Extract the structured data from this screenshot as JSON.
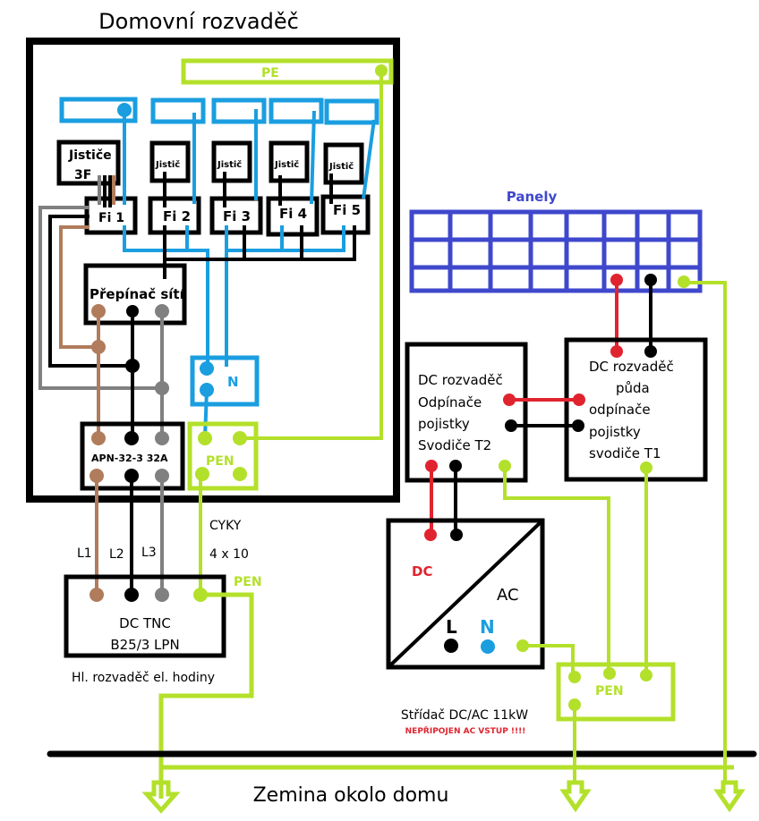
{
  "title": "Domovní rozvaděč",
  "colors": {
    "black": "#000000",
    "blue": "#1a9ee0",
    "green": "#b3e02a",
    "brown": "#b07c5c",
    "grey": "#808080",
    "red": "#e0242f",
    "panel_blue": "#3f48cc"
  },
  "house_board": {
    "pe_bar_label": "PE",
    "breaker_3f_label_line1": "Jističe",
    "breaker_3f_label_line2": "3F",
    "breakers": [
      "Jistič",
      "Jistič",
      "Jistič",
      "Jistič"
    ],
    "rcds": [
      "Fi 1",
      "Fi 2",
      "Fi 3",
      "Fi 4",
      "Fi 5"
    ],
    "switch_label": "Přepínač sítí",
    "n_bar_label": "N",
    "pen_bar_label": "PEN",
    "main_switch_label": "APN-32-3 32A"
  },
  "supply": {
    "phase_labels": [
      "L1",
      "L2",
      "L3"
    ],
    "cable_line1": "CYKY",
    "cable_line2": "4 x 10",
    "pen_label": "PEN",
    "meter_board_line1": "DC TNC",
    "meter_board_line2": "B25/3 LPN",
    "meter_board_caption": "Hl. rozvaděč el. hodiny"
  },
  "pv": {
    "panels_label": "Panely",
    "dc_board_1_lines": [
      "DC rozvaděč",
      "Odpínače",
      "pojistky",
      "Svodiče T2"
    ],
    "dc_board_2_lines": [
      "DC rozvaděč",
      "půda",
      "odpínače",
      "pojistky",
      "svodiče T1"
    ],
    "inverter_dc_label": "DC",
    "inverter_ac_label": "AC",
    "inverter_l_label": "L",
    "inverter_n_label": "N",
    "inverter_caption": "Střídač DC/AC 11kW",
    "inverter_warning": "NEPŘIPOJEN AC VSTUP !!!!",
    "pen_bar_label": "PEN"
  },
  "ground_label": "Zemina okolo domu"
}
